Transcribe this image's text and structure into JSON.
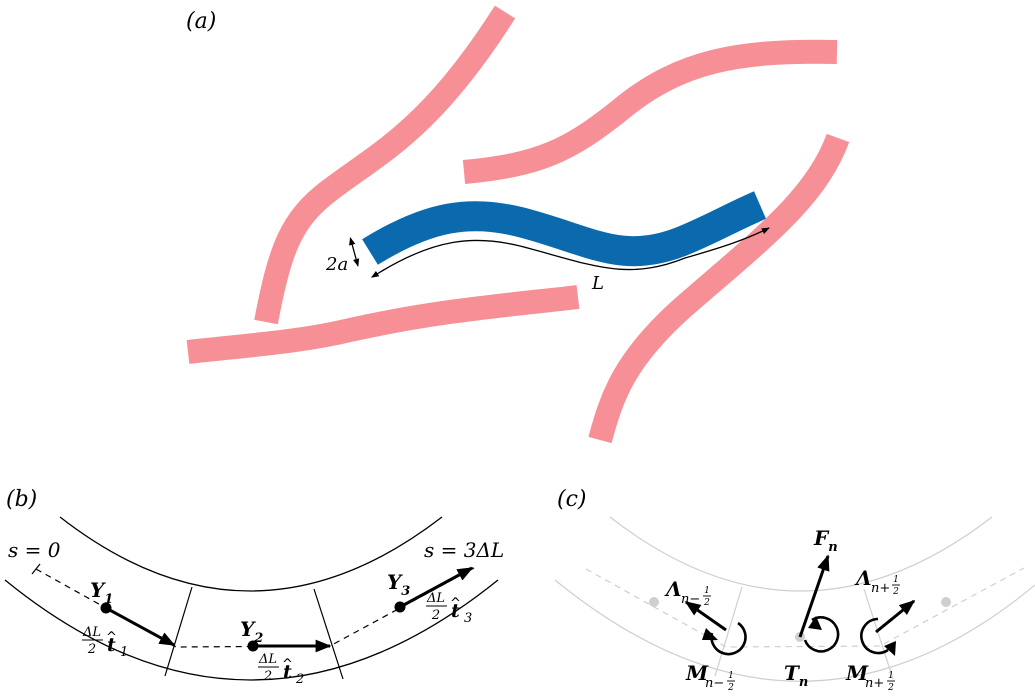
{
  "colors": {
    "filament_main": "#0a6aad",
    "filament_neighbor": "#f79096",
    "ghost": "#cfcfcf",
    "ink": "#000000"
  },
  "panel_a": {
    "label": "(a)",
    "thickness_label": "2a",
    "length_label": "L"
  },
  "panel_b": {
    "label": "(b)",
    "s_start": "s = 0",
    "s_end": "s = 3ΔL",
    "points": [
      {
        "name": "Y",
        "sub": "1"
      },
      {
        "name": "Y",
        "sub": "2"
      },
      {
        "name": "Y",
        "sub": "3"
      }
    ],
    "tangents": [
      {
        "frac_num": "ΔL",
        "frac_den": "2",
        "vec": "t",
        "sub": "1"
      },
      {
        "frac_num": "ΔL",
        "frac_den": "2",
        "vec": "t",
        "sub": "2"
      },
      {
        "frac_num": "ΔL",
        "frac_den": "2",
        "vec": "t",
        "sub": "3"
      }
    ]
  },
  "panel_c": {
    "label": "(c)",
    "force": {
      "name": "F",
      "sub": "n"
    },
    "torque": {
      "name": "T",
      "sub": "n"
    },
    "lambda_minus": {
      "name": "Λ",
      "sub": "n−",
      "frac_num": "1",
      "frac_den": "2"
    },
    "lambda_plus": {
      "name": "Λ",
      "sub": "n+",
      "frac_num": "1",
      "frac_den": "2"
    },
    "moment_minus": {
      "name": "M",
      "sub": "n−",
      "frac_num": "1",
      "frac_den": "2"
    },
    "moment_plus": {
      "name": "M",
      "sub": "n+",
      "frac_num": "1",
      "frac_den": "2"
    }
  }
}
